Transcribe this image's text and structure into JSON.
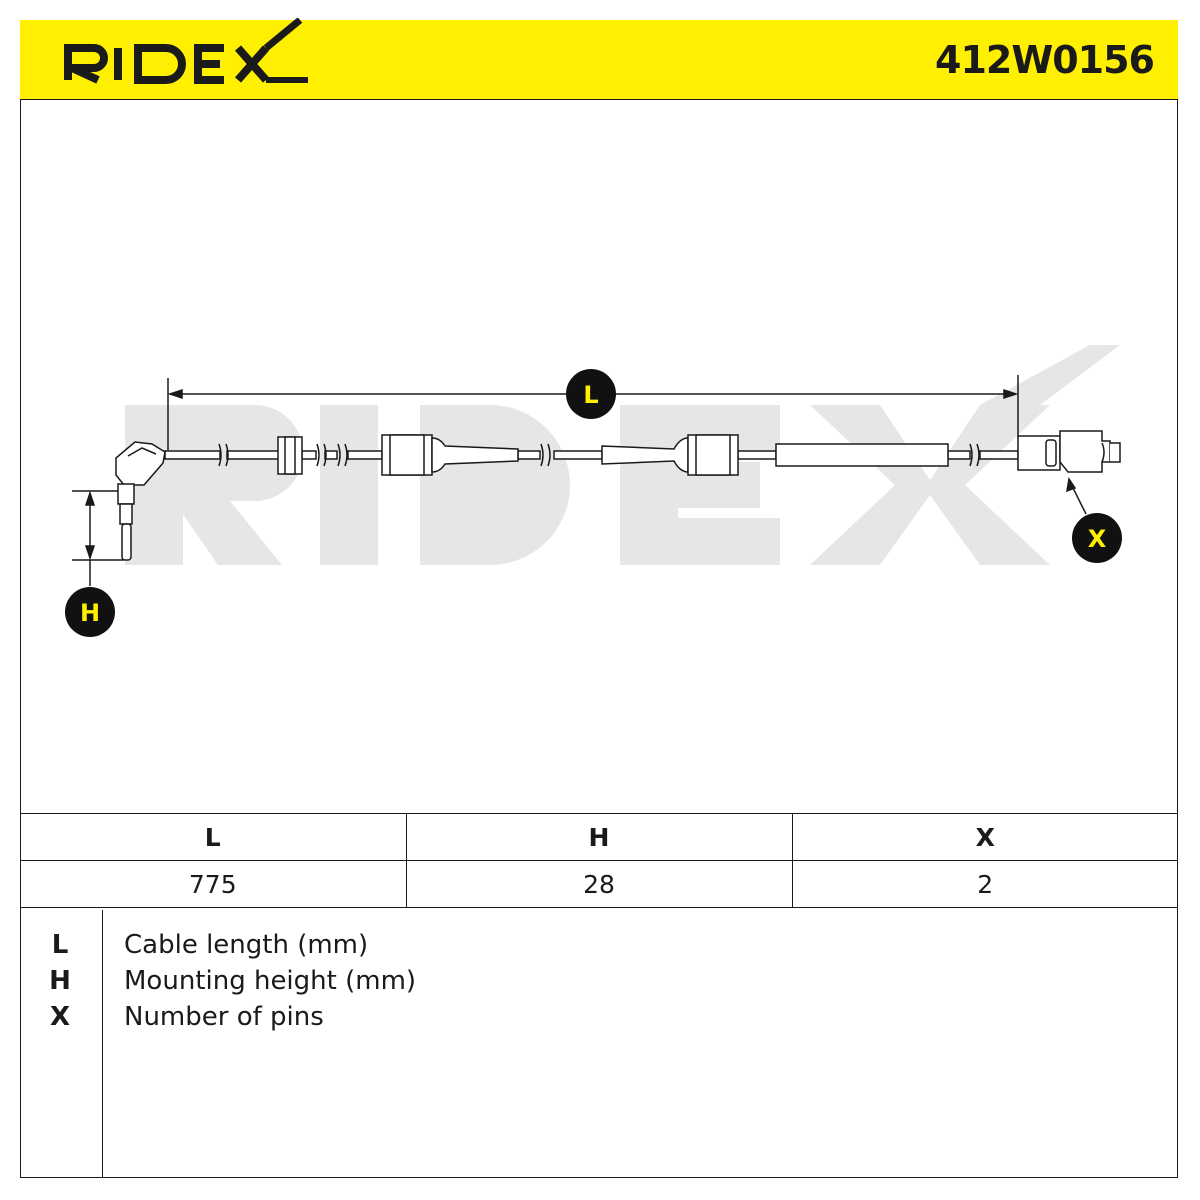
{
  "brand": {
    "logo_text": "RIDEX",
    "accent_color": "#ffef00"
  },
  "part_number": "412W0156",
  "diagram": {
    "callouts": {
      "length": "L",
      "height": "H",
      "pins": "X"
    },
    "watermark": "RIDEX"
  },
  "table": {
    "headers": [
      "L",
      "H",
      "X"
    ],
    "values": [
      "775",
      "28",
      "2"
    ]
  },
  "legend": [
    {
      "symbol": "L",
      "text": "Cable length (mm)"
    },
    {
      "symbol": "H",
      "text": "Mounting height (mm)"
    },
    {
      "symbol": "X",
      "text": "Number of pins"
    }
  ]
}
